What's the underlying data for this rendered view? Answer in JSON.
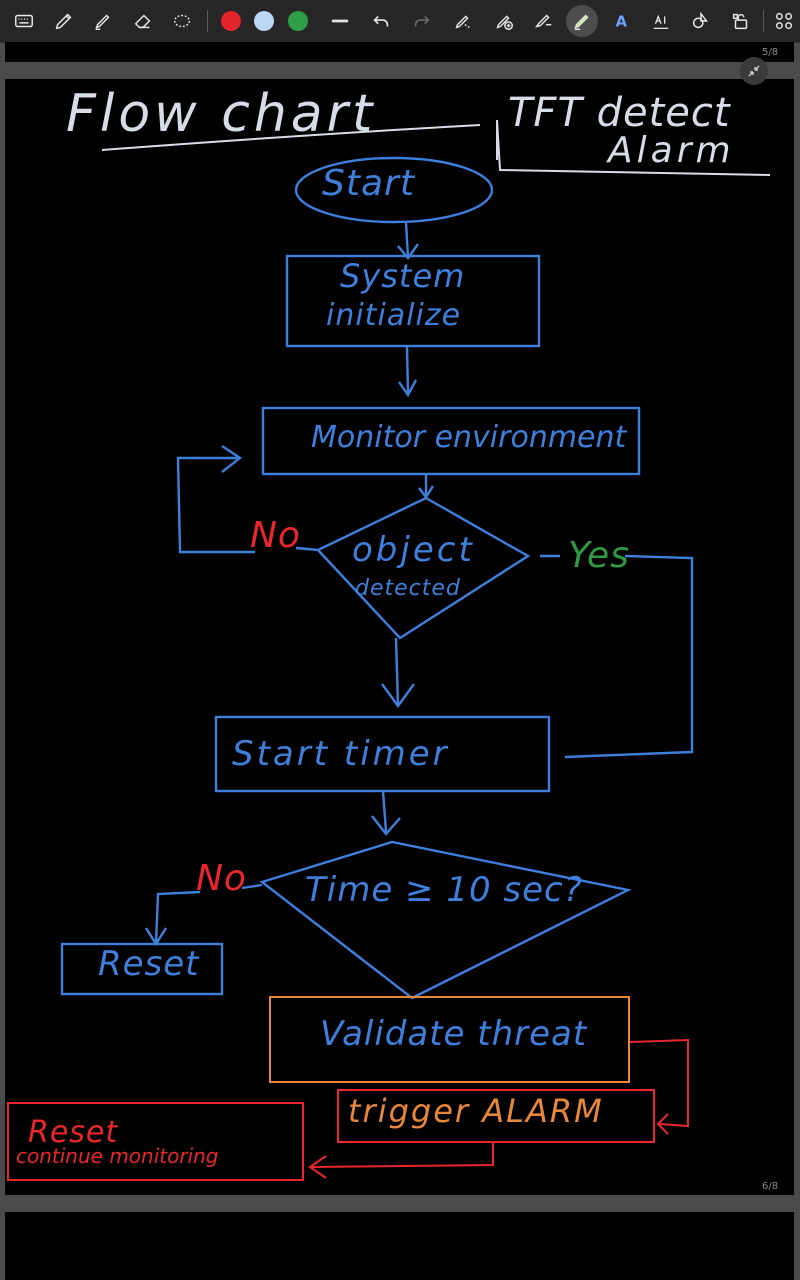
{
  "toolbar": {
    "tools": [
      {
        "name": "keyboard-icon"
      },
      {
        "name": "pen-icon"
      },
      {
        "name": "highlighter-icon"
      },
      {
        "name": "eraser-icon"
      },
      {
        "name": "lasso-select-icon"
      },
      {
        "name": "red-color-swatch",
        "color": "#e3242b"
      },
      {
        "name": "light-blue-color-swatch",
        "color": "#bcd6f5"
      },
      {
        "name": "green-color-swatch",
        "color": "#2e9e47"
      },
      {
        "name": "stroke-width-icon"
      },
      {
        "name": "undo-icon"
      },
      {
        "name": "redo-icon"
      },
      {
        "name": "lasso-tool-icon"
      },
      {
        "name": "add-shape-icon"
      },
      {
        "name": "ruler-icon"
      },
      {
        "name": "active-pen-icon"
      },
      {
        "name": "text-recognition-icon"
      },
      {
        "name": "text-format-icon"
      },
      {
        "name": "shapes-icon"
      },
      {
        "name": "lock-icon"
      },
      {
        "name": "more-tools-icon"
      }
    ]
  },
  "pages": {
    "prev_number": "5/8",
    "current_number": "6/8"
  },
  "colors": {
    "ink_blue": "#3f7fdc",
    "ink_white": "#d8dce6",
    "ink_red": "#e8262b",
    "ink_green": "#2f9a44",
    "ink_orange": "#e8873a"
  },
  "note": {
    "title": "Flow chart",
    "subtitle_line1": "TFT detect",
    "subtitle_line2": "Alarm",
    "start": "Start",
    "init_line1": "System",
    "init_line2": "initialize",
    "monitor": "Monitor environment",
    "object_line1": "object",
    "object_line2": "detected",
    "no_label_1": "No",
    "yes_label": "Yes",
    "start_timer": "Start timer",
    "time_check": "Time ≥ 10 sec?",
    "no_label_2": "No",
    "reset": "Reset",
    "validate": "Validate threat",
    "trigger": "trigger ALARM",
    "reset2_line1": "Reset",
    "reset2_line2": "continue monitoring"
  }
}
